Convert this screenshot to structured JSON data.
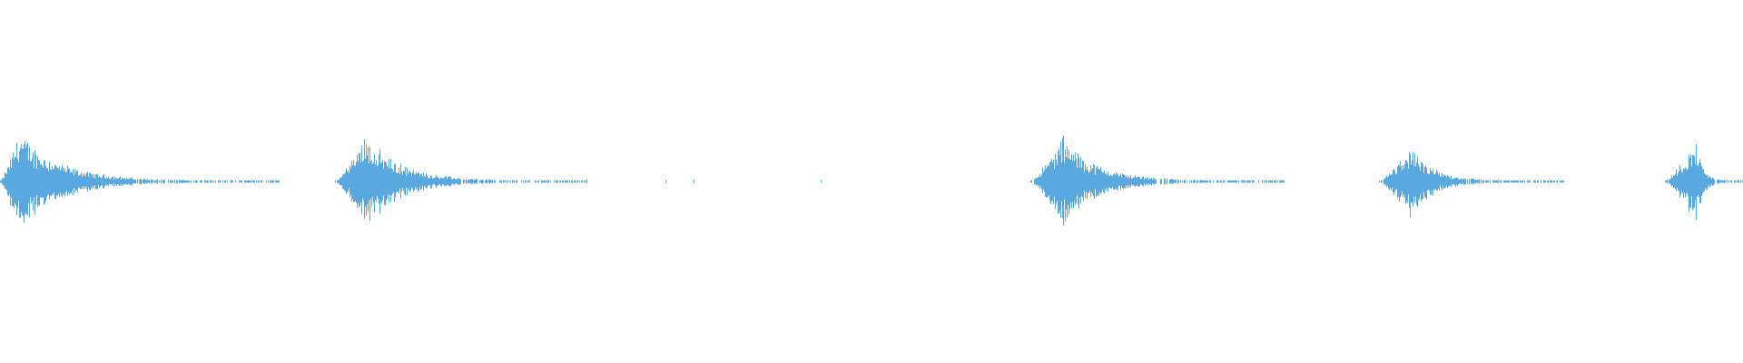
{
  "waveform": {
    "color": "#5aa8e0",
    "background": "#ffffff",
    "sound_events": [
      {
        "start": 0.0,
        "peak": 0.011,
        "end": 0.16,
        "peak_level": 0.27
      },
      {
        "start": 0.192,
        "peak": 0.21,
        "end": 0.337,
        "peak_level": 0.25
      },
      {
        "start": 0.591,
        "peak": 0.61,
        "end": 0.737,
        "peak_level": 0.24
      },
      {
        "start": 0.791,
        "peak": 0.809,
        "end": 0.897,
        "peak_level": 0.18
      },
      {
        "start": 0.955,
        "peak": 0.973,
        "end": 1.0,
        "peak_level": 0.21
      }
    ],
    "isolated_blips": [
      0.382,
      0.398,
      0.471
    ]
  }
}
